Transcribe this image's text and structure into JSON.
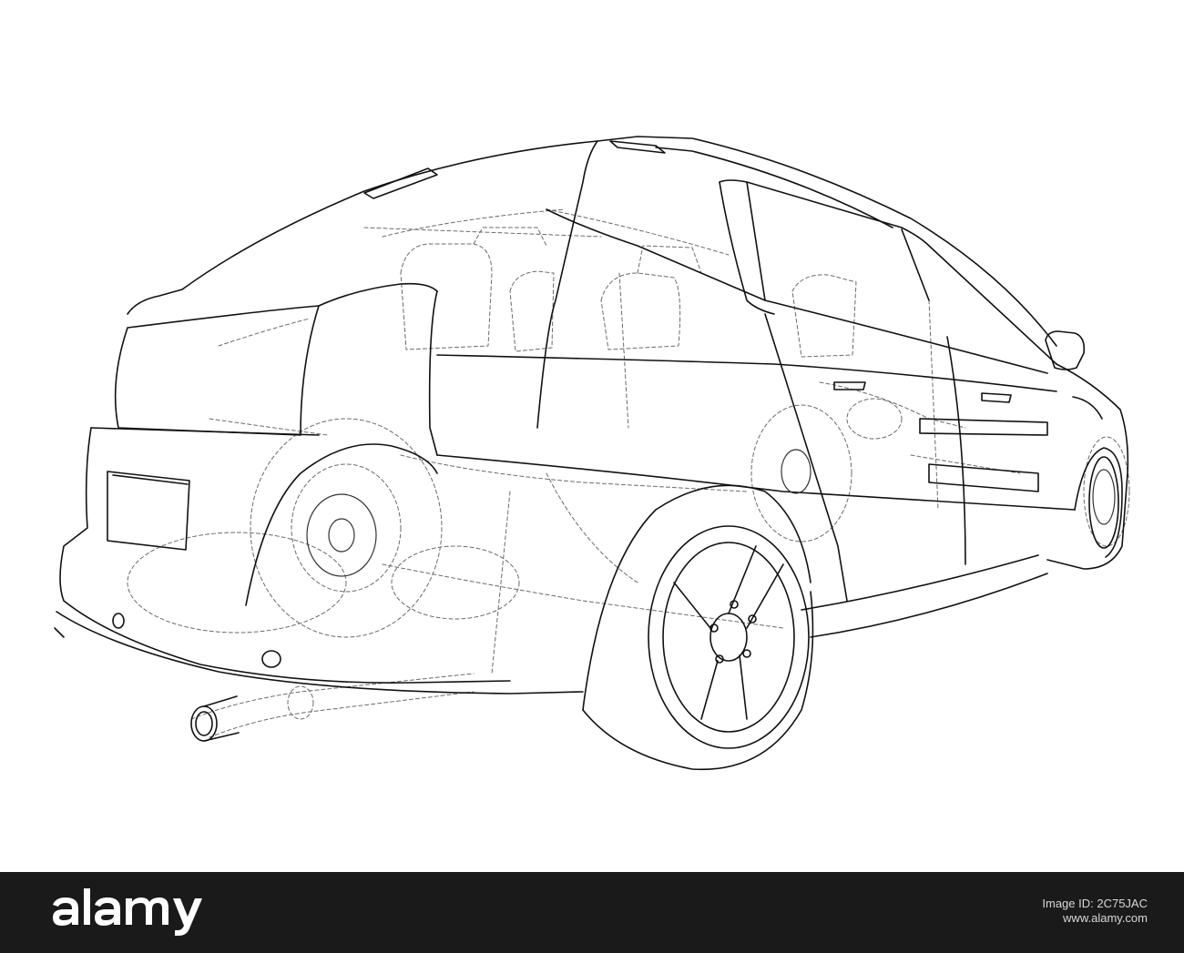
{
  "watermark": {
    "brand": "alamy",
    "image_id_label": "Image ID: 2C75JAC",
    "image_id": "2C75JAC",
    "url": "www.alamy.com"
  },
  "illustration": {
    "subject": "car-wireframe",
    "line_color": "#111111",
    "dash_color": "#555555"
  },
  "colors": {
    "footer_bg": "#1a1a1a",
    "footer_text": "#ffffff"
  }
}
